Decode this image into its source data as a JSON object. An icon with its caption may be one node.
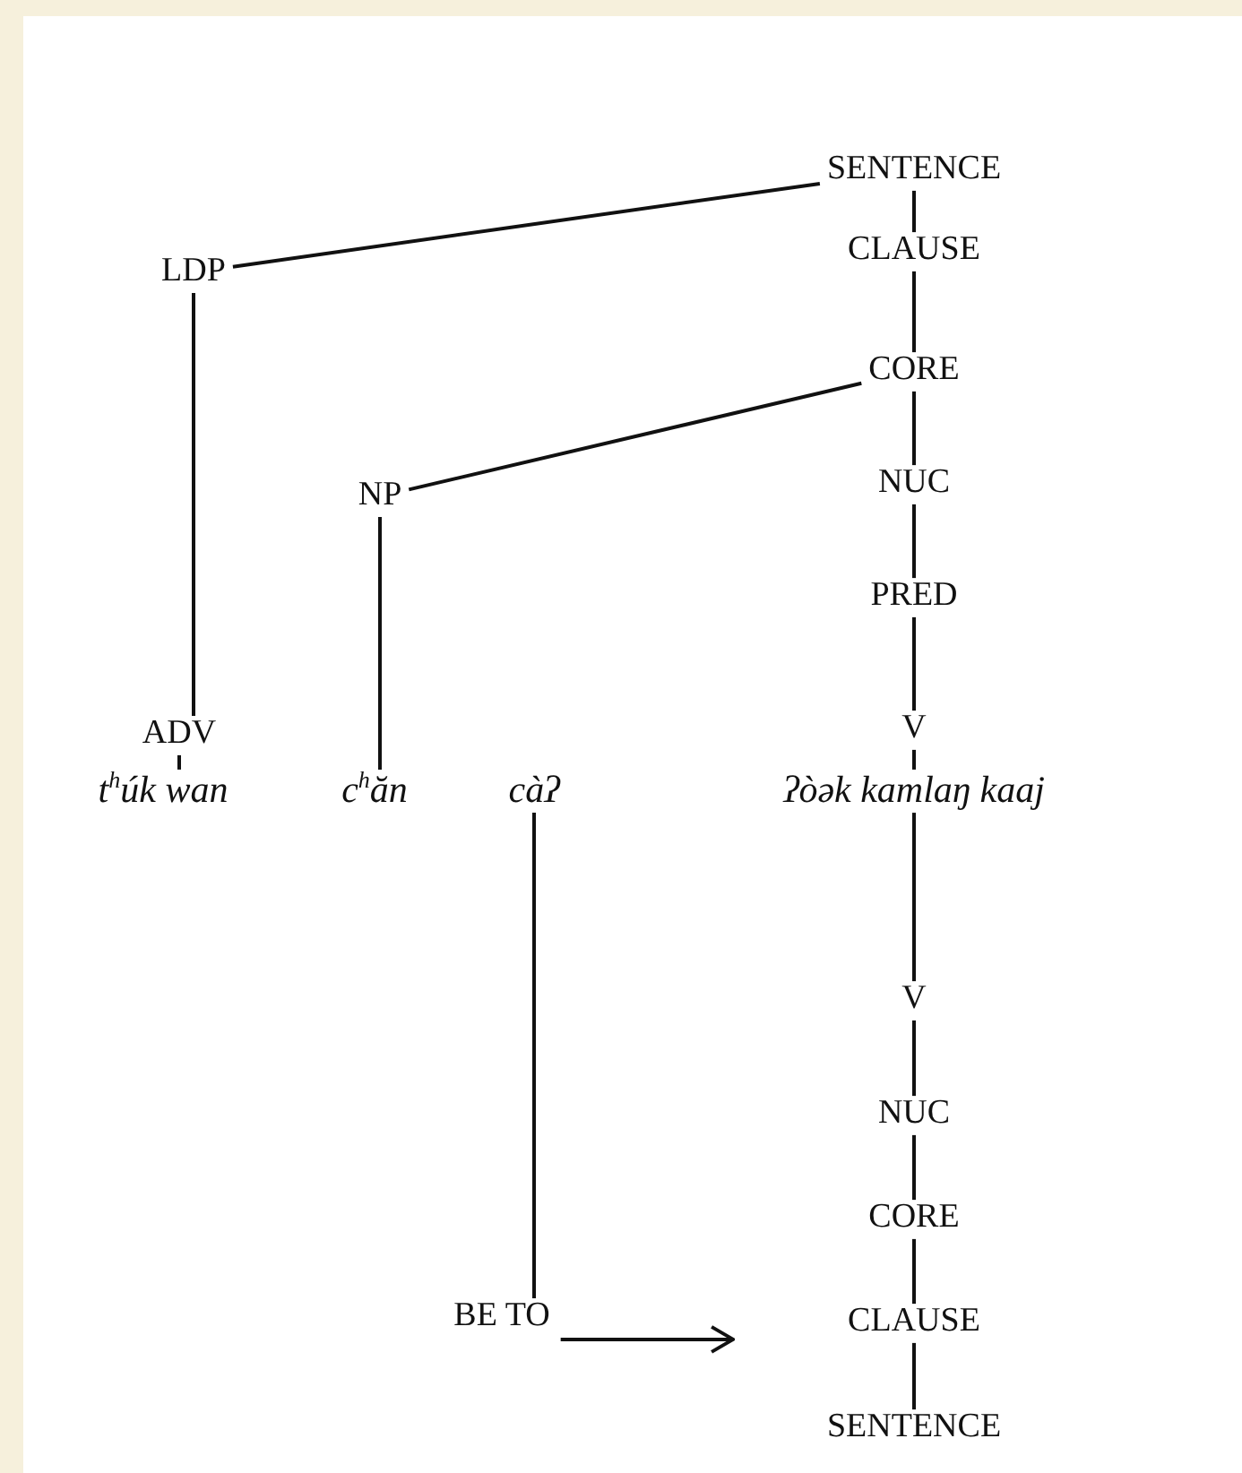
{
  "diagram": {
    "nodes": [
      {
        "text": [
          "SENTENCE"
        ]
      },
      {
        "text": [
          "CLAUSE"
        ]
      },
      {
        "text": [
          "CORE"
        ]
      },
      {
        "text": [
          "NUC"
        ]
      },
      {
        "text": [
          "PRED"
        ]
      },
      {
        "text": [
          "V"
        ]
      },
      {
        "text": [
          "LDP"
        ]
      },
      {
        "text": [
          "NP"
        ]
      },
      {
        "text": [
          "ADV"
        ]
      },
      {
        "text": [
          "t$^{h}$úk wan"
        ]
      },
      {
        "text": [
          "c$^{h}$ăn"
        ]
      },
      {
        "text": [
          "càʔ"
        ]
      },
      {
        "text": [
          "ʔòək kamlaŋ kaaj"
        ]
      },
      {
        "text": [
          "V"
        ]
      },
      {
        "text": [
          "NUC"
        ]
      },
      {
        "text": [
          "CORE"
        ]
      },
      {
        "text": [
          "CLAUSE"
        ]
      },
      {
        "text": [
          "SENTENCE"
        ]
      },
      {
        "text": [
          "BE TO"
        ]
      }
    ],
    "edges": [
      {
        "from": 0,
        "to": 1,
        "arrow": "none"
      },
      {
        "from": 1,
        "to": 2,
        "arrow": "none"
      },
      {
        "from": 2,
        "to": 3,
        "arrow": "none"
      },
      {
        "from": 3,
        "to": 4,
        "arrow": "none"
      },
      {
        "from": 4,
        "to": 5,
        "arrow": "none"
      },
      {
        "from": 5,
        "to": 12,
        "arrow": "none"
      },
      {
        "from": 0,
        "to": 6,
        "arrow": "none"
      },
      {
        "from": 2,
        "to": 7,
        "arrow": "none"
      },
      {
        "from": 6,
        "to": 8,
        "arrow": "none"
      },
      {
        "from": 7,
        "to": 10,
        "arrow": "none"
      },
      {
        "from": 8,
        "to": 9,
        "arrow": "none"
      },
      {
        "from": 12,
        "to": 13,
        "arrow": "none"
      },
      {
        "from": 13,
        "to": 14,
        "arrow": "none"
      },
      {
        "from": 14,
        "to": 15,
        "arrow": "none"
      },
      {
        "from": 15,
        "to": 16,
        "arrow": "none"
      },
      {
        "from": 16,
        "to": 17,
        "arrow": "none"
      },
      {
        "from": 11,
        "to": 18,
        "arrow": "none"
      },
      {
        "from": 18,
        "to": 16,
        "arrow": "to"
      }
    ]
  }
}
